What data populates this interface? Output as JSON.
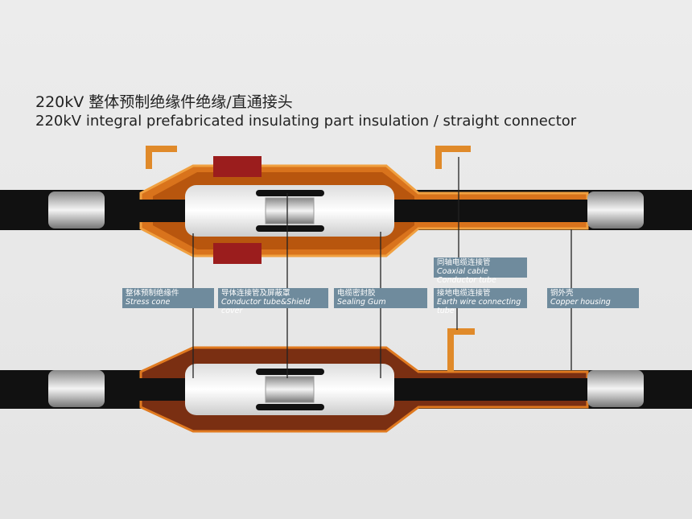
{
  "title_cn": "220kV 整体预制绝缘件绝缘/直通接头",
  "title_en": "220kV integral prefabricated insulating part insulation / straight connector",
  "labels": [
    {
      "cn": "整体预制绝缘件",
      "en": "Stress cone"
    },
    {
      "cn": "导体连接管及屏蔽罩",
      "en": "Conductor tube&Shield cover"
    },
    {
      "cn": "电缆密封胶",
      "en": "Sealing Gum"
    },
    {
      "cn": "接地电缆连接管",
      "en": "Earth wire connecting tube"
    },
    {
      "cn": "铜外壳",
      "en": "Copper housing"
    },
    {
      "cn": "同轴电缆连接管",
      "en": "Coaxial cable Conductor tube"
    }
  ]
}
